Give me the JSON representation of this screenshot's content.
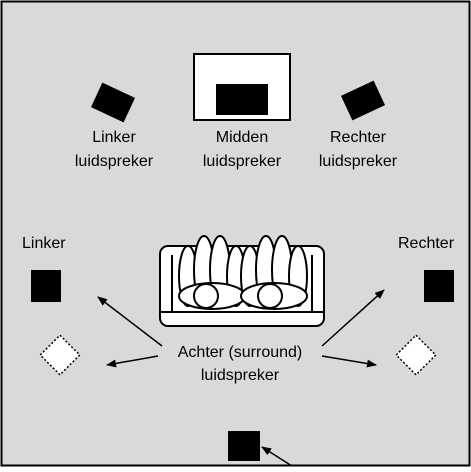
{
  "labels": {
    "front_left": [
      "Linker",
      "luidspreker"
    ],
    "center": [
      "Midden",
      "luidspreker"
    ],
    "front_right": [
      "Rechter",
      "luidspreker"
    ],
    "left": "Linker",
    "right": "Rechter",
    "surround": [
      "Achter (surround)",
      "luidspreker"
    ]
  },
  "colors": {
    "background": "#d9d9d9",
    "speaker": "#000000",
    "outline": "#000000"
  }
}
